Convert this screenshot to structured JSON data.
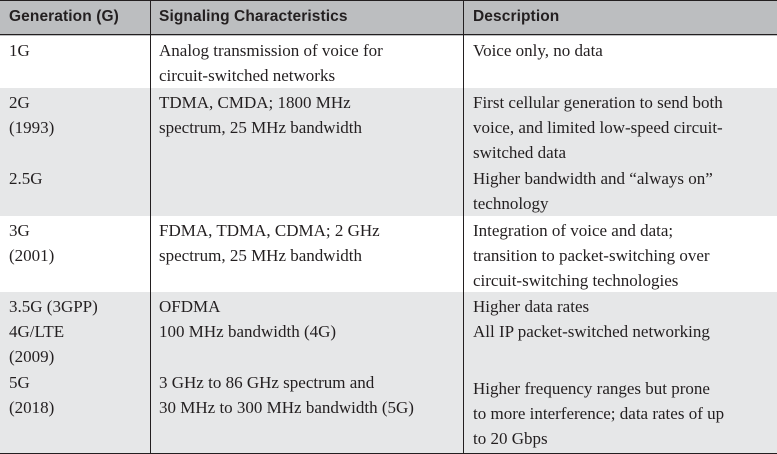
{
  "headers": [
    "Generation (G)",
    "Signaling Characteristics",
    "Description"
  ],
  "rows": [
    {
      "gen": [
        "1G"
      ],
      "signal": [
        "Analog transmission of voice for",
        "circuit-switched networks"
      ],
      "desc": [
        "Voice only, no data"
      ]
    },
    {
      "gen": [
        "2G",
        "(1993)"
      ],
      "signal": [
        "TDMA, CMDA; 1800 MHz",
        "spectrum, 25 MHz bandwidth"
      ],
      "desc": [
        "First cellular generation to send both",
        "voice, and limited low-speed circuit-",
        "switched data"
      ],
      "gen2": [
        "2.5G"
      ],
      "desc2": [
        "Higher bandwidth and “always on”",
        "technology"
      ]
    },
    {
      "gen": [
        "3G",
        "(2001)"
      ],
      "signal": [
        "FDMA, TDMA, CDMA; 2 GHz",
        "spectrum, 25 MHz bandwidth"
      ],
      "desc": [
        "Integration of voice and data;",
        "transition to packet-switching over",
        "circuit-switching technologies"
      ]
    },
    {
      "gen": [
        "3.5G (3GPP)",
        "4G/LTE",
        "(2009)"
      ],
      "signal": [
        "OFDMA",
        "100 MHz bandwidth (4G)"
      ],
      "desc": [
        "Higher data rates",
        "All IP packet-switched networking"
      ],
      "gen2": [
        "5G",
        "(2018)"
      ],
      "signal2": [
        "3 GHz to 86 GHz spectrum and",
        "30 MHz to 300 MHz bandwidth (5G)"
      ],
      "desc2": [
        "Higher frequency ranges but prone",
        "to more interference; data rates of up",
        "to 20 Gbps"
      ]
    }
  ]
}
